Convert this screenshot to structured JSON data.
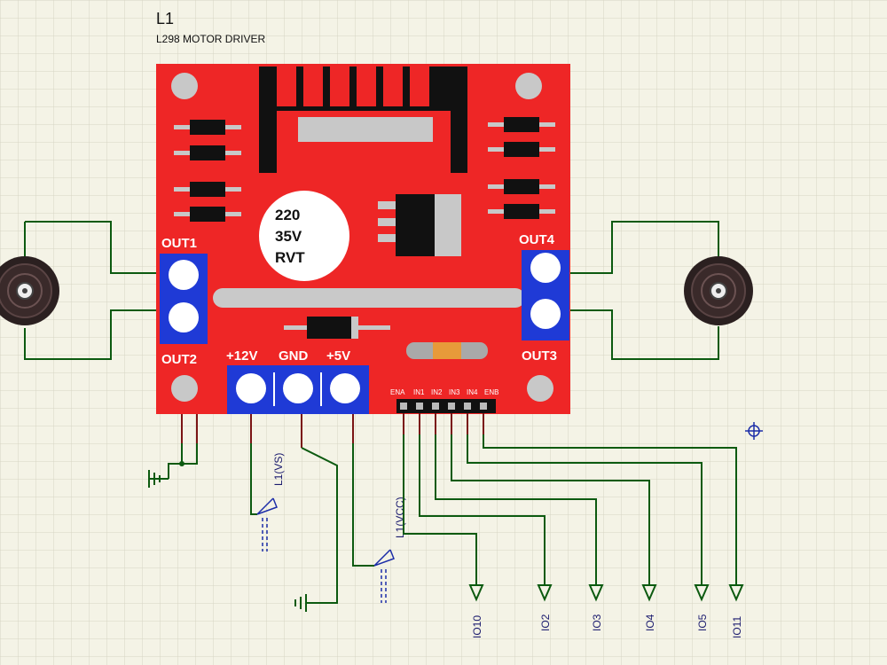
{
  "component": {
    "reference": "L1",
    "value": "L298 MOTOR DRIVER"
  },
  "board": {
    "outputs": {
      "out1": "OUT1",
      "out2": "OUT2",
      "out3": "OUT3",
      "out4": "OUT4"
    },
    "power_labels": {
      "v12": "+12V",
      "gnd": "GND",
      "v5": "+5V"
    },
    "capacitor": {
      "line1": "220",
      "line2": "35V",
      "line3": "RVT"
    },
    "header_pins": [
      "ENA",
      "IN1",
      "IN2",
      "IN3",
      "IN4",
      "ENB"
    ]
  },
  "net_labels": {
    "vs": "L1(VS)",
    "vcc": "L1(VCC)"
  },
  "io_terminals": [
    "IO10",
    "IO2",
    "IO3",
    "IO4",
    "IO5",
    "IO11"
  ],
  "colors": {
    "grid_background": "#f4f3e6",
    "grid_lines": "#d6d4c4",
    "board_red": "#ee2626",
    "terminal_blue": "#1f3ad6",
    "wire_green": "#0c5a10",
    "pin_stub": "#7a1414"
  }
}
